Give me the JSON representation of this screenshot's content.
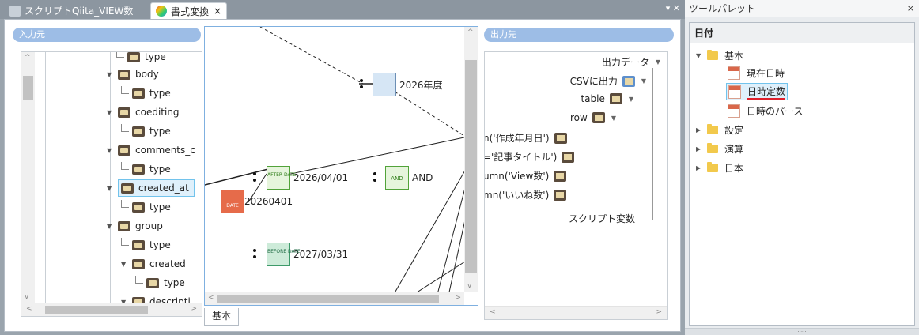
{
  "tabs": {
    "script_tab": "スクリプトQiita_VIEW数",
    "format_tab": "書式変換",
    "format_tab_close": "×",
    "panel_controls": "▾ ✕"
  },
  "input_pane": {
    "title": "入力元",
    "tree": [
      {
        "label": "type",
        "kind": "leaf"
      },
      {
        "label": "body",
        "kind": "element"
      },
      {
        "label": "type",
        "kind": "leaf"
      },
      {
        "label": "coediting",
        "kind": "element"
      },
      {
        "label": "type",
        "kind": "leaf"
      },
      {
        "label": "comments_c",
        "kind": "element"
      },
      {
        "label": "type",
        "kind": "leaf"
      },
      {
        "label": "created_at",
        "kind": "element",
        "selected": true
      },
      {
        "label": "type",
        "kind": "leaf"
      },
      {
        "label": "group",
        "kind": "element"
      },
      {
        "label": "type",
        "kind": "leaf"
      },
      {
        "label": "created_",
        "kind": "element"
      },
      {
        "label": "type",
        "kind": "leaf"
      },
      {
        "label": "descripti",
        "kind": "element"
      }
    ]
  },
  "canvas": {
    "nodes": {
      "year": "2026年度",
      "after_date": "2026/04/01",
      "date_const": "20260401",
      "and_op": "AND",
      "before_date": "2027/03/31"
    },
    "icon_texts": {
      "after": "AFTER DATE",
      "before": "BEFORE DATE",
      "and": "AND",
      "date": "DATE"
    },
    "bottom_tab": "基本"
  },
  "output_pane": {
    "title": "出力先",
    "items": {
      "output_data": "出力データ",
      "csv_output": "CSVに出力",
      "table": "table",
      "row": "row",
      "col1": "n('作成年月日')",
      "col2": "='記事タイトル')",
      "col3": "umn('View数')",
      "col4": "mn('いいね数')",
      "script_var": "スクリプト変数"
    }
  },
  "palette": {
    "title": "ツールパレット",
    "close": "×",
    "section": "日付",
    "tree": {
      "basic": "基本",
      "now": "現在日時",
      "date_const": "日時定数",
      "date_parse": "日時のパース",
      "settings": "設定",
      "calc": "演算",
      "japan": "日本"
    }
  },
  "colors": {
    "accent_blue": "#7fb0e0",
    "title_pill": "#9dbde6",
    "selection": "#dff0fb",
    "underline_red": "#e0202b"
  }
}
